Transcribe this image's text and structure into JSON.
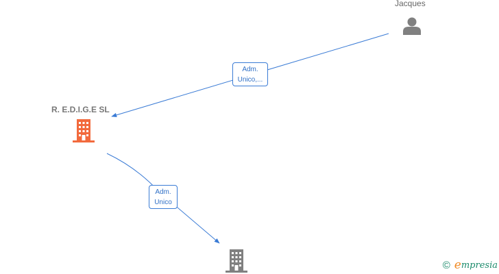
{
  "nodes": {
    "person": {
      "label": "Jacques",
      "icon": "person-icon"
    },
    "company_main": {
      "label": "R. E.D.I.G.E  SL",
      "icon": "building-icon",
      "color": "#f26a3d"
    },
    "company_sub": {
      "label": "",
      "icon": "building-icon",
      "color": "#808080"
    }
  },
  "edges": [
    {
      "from": "person",
      "to": "company_main",
      "label_line1": "Adm.",
      "label_line2": "Unico,..."
    },
    {
      "from": "company_main",
      "to": "company_sub",
      "label_line1": "Adm.",
      "label_line2": "Unico"
    }
  ],
  "colors": {
    "edge": "#3a7bd5",
    "person_icon": "#808080"
  },
  "brand": {
    "copyright": "©",
    "e_letter": "e",
    "rest": "mpresia"
  }
}
